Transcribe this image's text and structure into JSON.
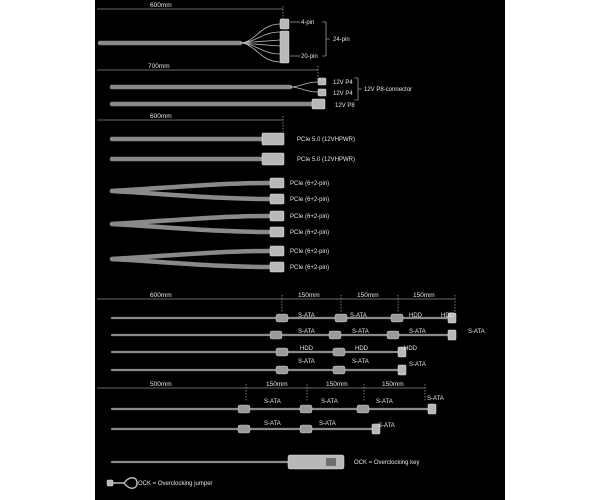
{
  "mainboard": {
    "length": "600mm",
    "pin4": "4-pin",
    "pin24": "24-pin",
    "pin20": "20-pin"
  },
  "cpu": {
    "length": "700mm",
    "p4_a": "12V P4",
    "p4_b": "12V P4",
    "p8": "12V P8",
    "brace_label": "12V P8-connector"
  },
  "pcie5": {
    "length": "600mm",
    "labels": [
      "PCIe 5.0 (12VHPWR)",
      "PCIe 5.0 (12VHPWR)"
    ]
  },
  "pcie": {
    "labels": [
      "PCIe (6+2-pin)",
      "PCIe (6+2-pin)",
      "PCIe (6+2-pin)",
      "PCIe (6+2-pin)",
      "PCIe (6+2-pin)",
      "PCIe (6+2-pin)"
    ]
  },
  "sata_group_a": {
    "lengths": [
      "600mm",
      "150mm",
      "150mm",
      "150mm"
    ],
    "row1": [
      "S-ATA",
      "S-ATA",
      "HDD",
      "HDD"
    ],
    "row2": [
      "S-ATA",
      "S-ATA",
      "S-ATA",
      "S-ATA"
    ],
    "row3": [
      "HDD",
      "HDD",
      "HDD"
    ],
    "row4": [
      "S-ATA",
      "S-ATA",
      "S-ATA"
    ]
  },
  "sata_group_b": {
    "lengths": [
      "500mm",
      "150mm",
      "150mm",
      "150mm"
    ],
    "row1": [
      "S-ATA",
      "S-ATA",
      "S-ATA",
      "S-ATA"
    ],
    "row2": [
      "S-ATA",
      "S-ATA",
      "S-ATA"
    ]
  },
  "ock": {
    "key_label": "OCK = Overclocking key",
    "jumper_label": "OCK = Overclocking jumper"
  }
}
